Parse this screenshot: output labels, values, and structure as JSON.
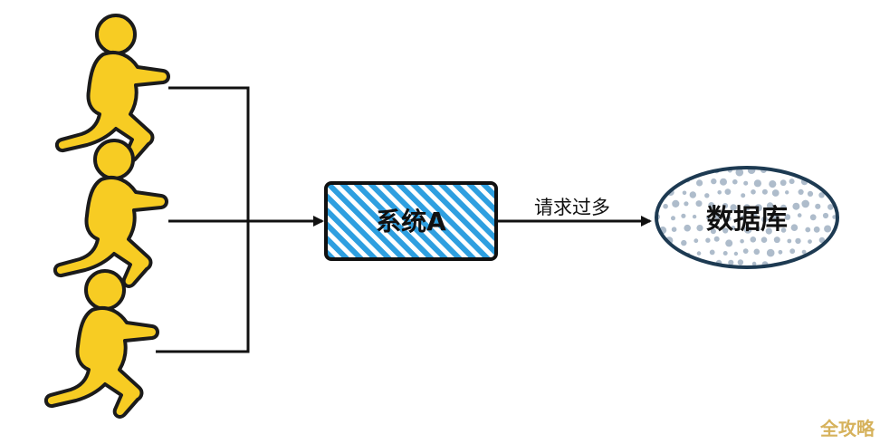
{
  "nodes": {
    "system": {
      "label": "系统A"
    },
    "database": {
      "label": "数据库"
    }
  },
  "edges": {
    "system_to_database": {
      "label": "请求过多"
    }
  },
  "users": [
    {
      "icon": "running-person-icon"
    },
    {
      "icon": "running-person-icon"
    },
    {
      "icon": "running-person-icon"
    }
  ],
  "watermark": {
    "text": "全攻略"
  },
  "colors": {
    "person_fill": "#f7cc23",
    "outline": "#1b1b1b",
    "system_hatch": "#2e9fe0",
    "database_border": "#1d3a52",
    "database_dots": "#aebccb",
    "watermark": "#d6b25c"
  }
}
